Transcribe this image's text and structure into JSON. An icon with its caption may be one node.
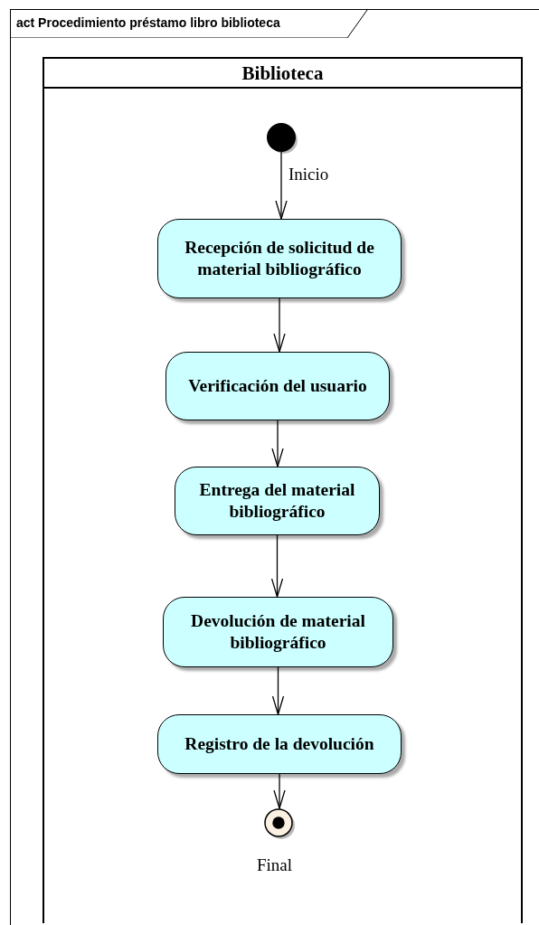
{
  "diagram": {
    "nodes": [
      {
        "text": [
          "act Procedimiento préstamo libro biblioteca"
        ]
      },
      {
        "text": [
          "Biblioteca"
        ],
        "in": 0
      },
      {
        "text": [],
        "shape": "circle",
        "in": 1,
        "beside": [
          "Inicio"
        ]
      },
      {
        "text": [
          "Recepción de solicitud de material bibliográfico"
        ],
        "in": 1
      },
      {
        "text": [
          "Verificación del usuario"
        ],
        "in": 1
      },
      {
        "text": [
          "Entrega del material bibliográfico"
        ],
        "in": 1
      },
      {
        "text": [
          "Devolución de material bibliográfico"
        ],
        "in": 1
      },
      {
        "text": [
          "Registro de la devolución"
        ],
        "in": 1
      },
      {
        "text": [],
        "shape": "circle",
        "in": 1,
        "beside": [
          "Final"
        ]
      }
    ],
    "edges": [
      {
        "from": 2,
        "to": 3,
        "arrow": "to"
      },
      {
        "from": 3,
        "to": 4,
        "arrow": "to"
      },
      {
        "from": 4,
        "to": 5,
        "arrow": "to"
      },
      {
        "from": 5,
        "to": 6,
        "arrow": "to"
      },
      {
        "from": 6,
        "to": 7,
        "arrow": "to"
      },
      {
        "from": 7,
        "to": 8,
        "arrow": "to"
      }
    ]
  }
}
